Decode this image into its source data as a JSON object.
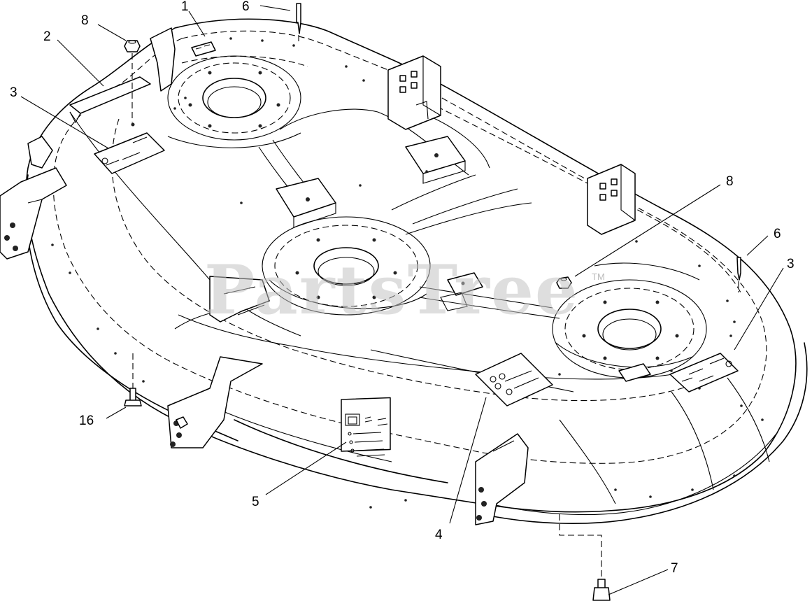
{
  "watermark": {
    "text": "PartsTree",
    "trademark": "TM"
  },
  "callouts": [
    {
      "id": "c-1a",
      "label": "1",
      "part": "decal-top"
    },
    {
      "id": "c-2a",
      "label": "2",
      "part": "deck-rail"
    },
    {
      "id": "c-3a",
      "label": "3",
      "part": "decal-left"
    },
    {
      "id": "c-3b",
      "label": "3",
      "part": "decal-right"
    },
    {
      "id": "c-4a",
      "label": "4",
      "part": "plate-decal"
    },
    {
      "id": "c-5a",
      "label": "5",
      "part": "instruction-decal"
    },
    {
      "id": "c-6a",
      "label": "6",
      "part": "cotter-pin-top"
    },
    {
      "id": "c-6b",
      "label": "6",
      "part": "cotter-pin-right"
    },
    {
      "id": "c-7a",
      "label": "7",
      "part": "bolt-bottom"
    },
    {
      "id": "c-8a",
      "label": "8",
      "part": "nut-left"
    },
    {
      "id": "c-8b",
      "label": "8",
      "part": "nut-center"
    },
    {
      "id": "c-16a",
      "label": "16",
      "part": "bolt-left"
    }
  ]
}
